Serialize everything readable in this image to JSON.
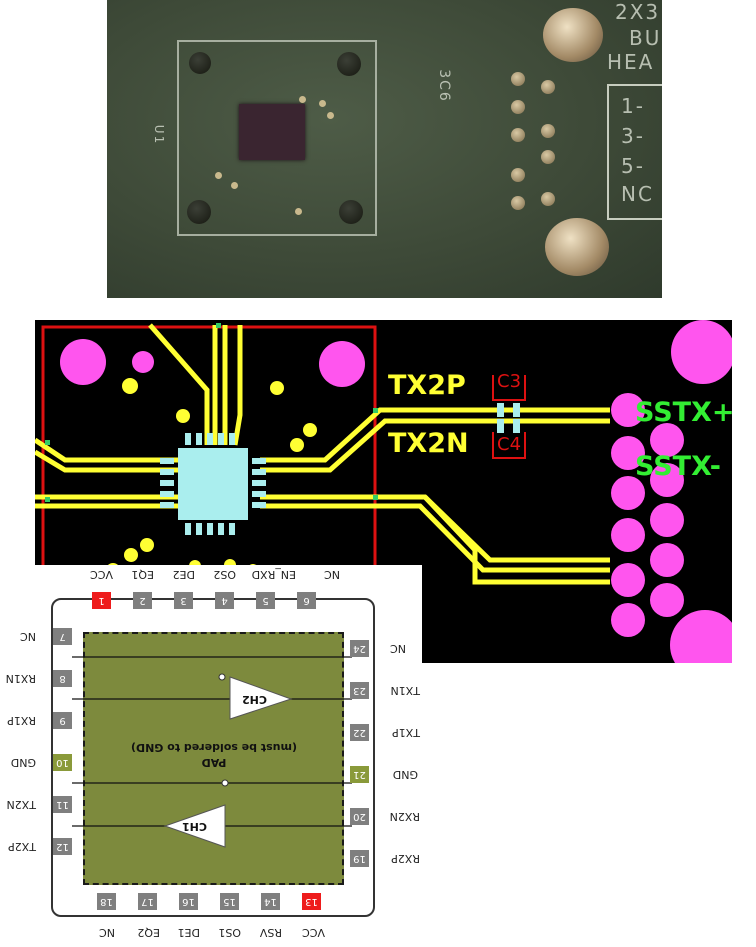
{
  "photo": {
    "silkscreen": {
      "top_right": "2X3",
      "line2": "BU",
      "line3": "HEA",
      "c_label": "3C6",
      "u_label": "U1"
    },
    "table": {
      "r1": "1-",
      "r2": "3-",
      "r3": "5-",
      "r4": "NC"
    }
  },
  "layout": {
    "tx_pos": "TX2P",
    "tx_neg": "TX2N",
    "ss_pos": "SSTX+",
    "ss_neg": "SSTX-",
    "cap_top": "C3",
    "cap_bottom": "C4",
    "colors": {
      "trace": "#ffff33",
      "pad": "#ff55ee",
      "chip": "#aaeeee",
      "outline": "#dd1111",
      "via": "#33cc66"
    }
  },
  "pinout": {
    "pad_title": "PAD",
    "pad_note": "(must be soldered to GND)",
    "channel_1": "CH1",
    "channel_2": "CH2",
    "bottom_pins": [
      {
        "num": "1",
        "label": "VCC",
        "color": "red"
      },
      {
        "num": "2",
        "label": "EQ1",
        "color": "gray"
      },
      {
        "num": "3",
        "label": "DE2",
        "color": "gray"
      },
      {
        "num": "4",
        "label": "OS2",
        "color": "gray"
      },
      {
        "num": "5",
        "label": "EN_RXD",
        "color": "gray"
      },
      {
        "num": "6",
        "label": "NC",
        "color": "gray"
      }
    ],
    "right_pins": [
      {
        "num": "7",
        "label": "NC",
        "color": "gray"
      },
      {
        "num": "8",
        "label": "RX1N",
        "color": "gray"
      },
      {
        "num": "9",
        "label": "RX1P",
        "color": "gray"
      },
      {
        "num": "10",
        "label": "GND",
        "color": "olive"
      },
      {
        "num": "11",
        "label": "TX2N",
        "color": "gray"
      },
      {
        "num": "12",
        "label": "TX2P",
        "color": "gray"
      }
    ],
    "top_pins": [
      {
        "num": "13",
        "label": "VCC",
        "color": "red"
      },
      {
        "num": "14",
        "label": "RSV",
        "color": "gray"
      },
      {
        "num": "15",
        "label": "OS1",
        "color": "gray"
      },
      {
        "num": "16",
        "label": "DE1",
        "color": "gray"
      },
      {
        "num": "17",
        "label": "EQ2",
        "color": "gray"
      },
      {
        "num": "18",
        "label": "NC",
        "color": "gray"
      }
    ],
    "left_pins": [
      {
        "num": "19",
        "label": "RX2P",
        "color": "gray"
      },
      {
        "num": "20",
        "label": "RX2N",
        "color": "gray"
      },
      {
        "num": "21",
        "label": "GND",
        "color": "olive"
      },
      {
        "num": "22",
        "label": "TX1P",
        "color": "gray"
      },
      {
        "num": "23",
        "label": "TX1N",
        "color": "gray"
      },
      {
        "num": "24",
        "label": "NC",
        "color": "gray"
      }
    ]
  }
}
